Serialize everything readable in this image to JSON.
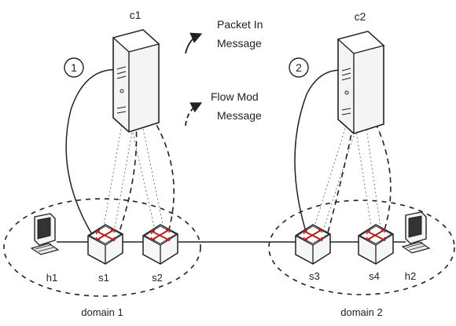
{
  "controllers": [
    {
      "id": "c1",
      "label": "c1",
      "step": "1"
    },
    {
      "id": "c2",
      "label": "c2",
      "step": "2"
    }
  ],
  "legend": {
    "packet_in": [
      "Packet In",
      "Message"
    ],
    "flow_mod": [
      "Flow Mod",
      "Message"
    ]
  },
  "domains": [
    {
      "label": "domain 1"
    },
    {
      "label": "domain 2"
    }
  ],
  "switches": [
    "s1",
    "s2",
    "s3",
    "s4"
  ],
  "hosts": [
    "h1",
    "h2"
  ],
  "colors": {
    "line": "#222222",
    "switch_arrow": "#b21f24",
    "server": "#f2f2f2"
  }
}
